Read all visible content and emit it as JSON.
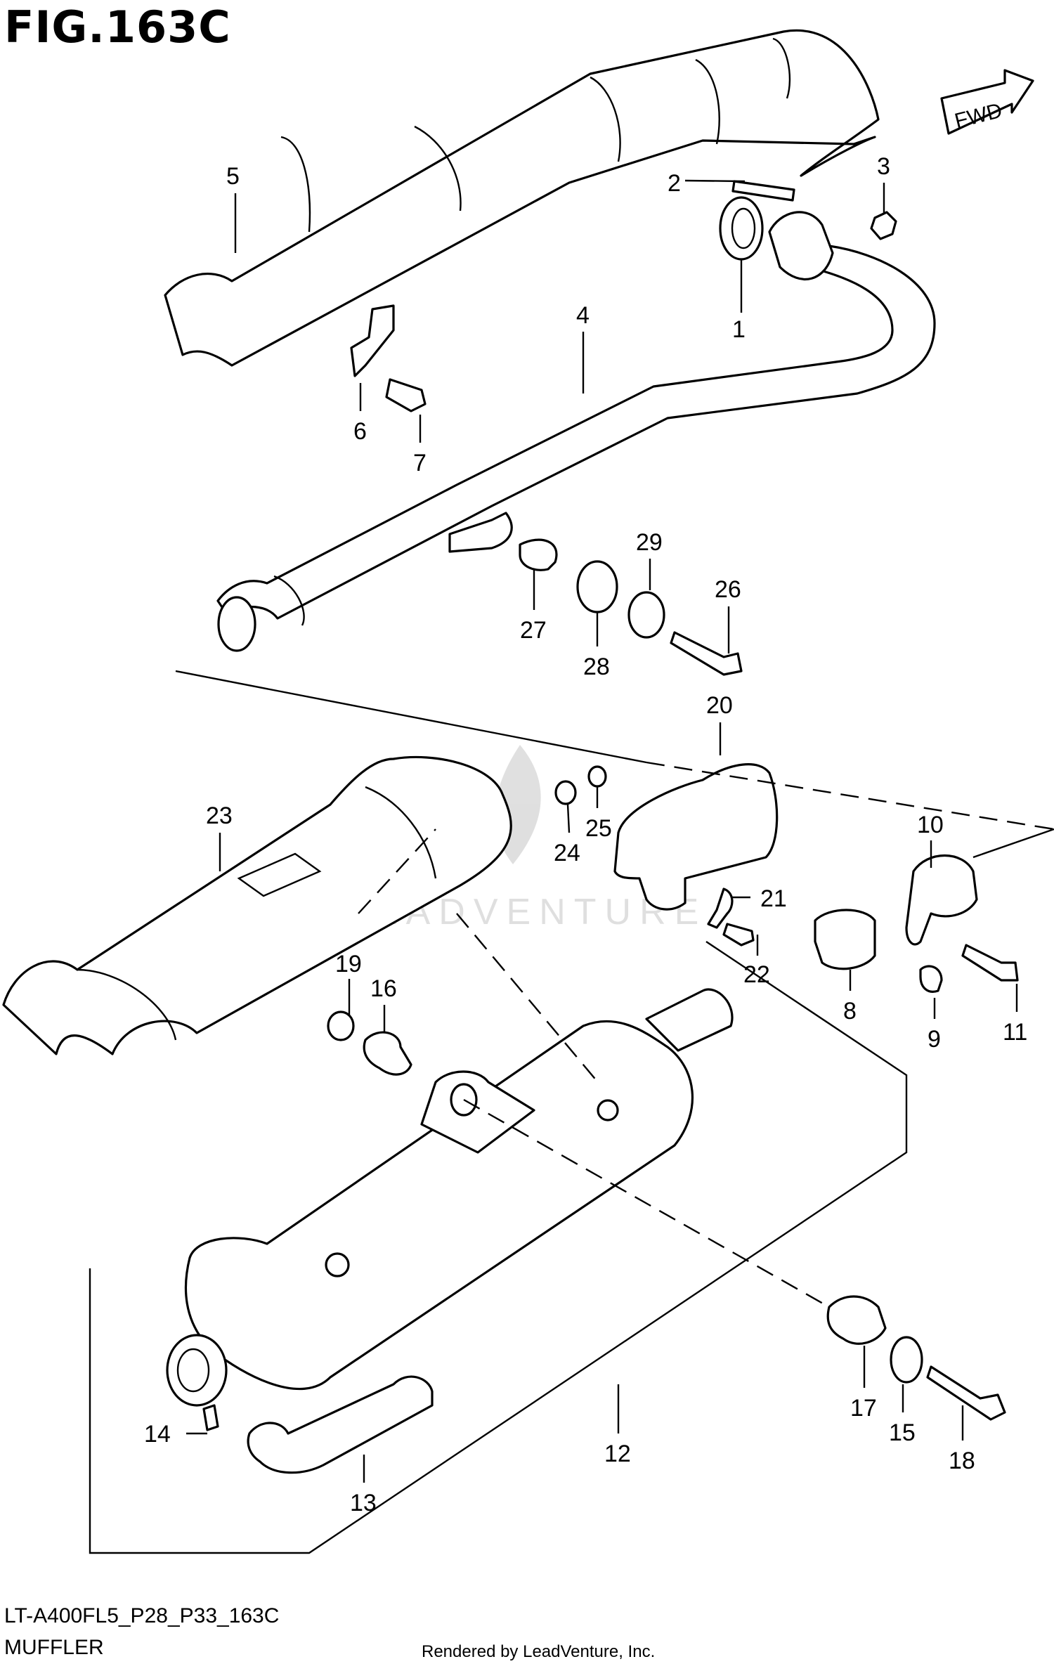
{
  "figure": {
    "title": "FIG.163C",
    "model_code": "LT-A400FL5_P28_P33_163C",
    "section_name": "MUFFLER",
    "render_credit": "Rendered by LeadVenture, Inc.",
    "watermark": "LEADVENTURE",
    "fwd_label": "FWD"
  },
  "callouts": [
    "1",
    "2",
    "3",
    "4",
    "5",
    "6",
    "7",
    "8",
    "9",
    "10",
    "11",
    "12",
    "13",
    "14",
    "15",
    "16",
    "17",
    "18",
    "19",
    "20",
    "21",
    "22",
    "23",
    "24",
    "25",
    "26",
    "27",
    "28",
    "29"
  ]
}
